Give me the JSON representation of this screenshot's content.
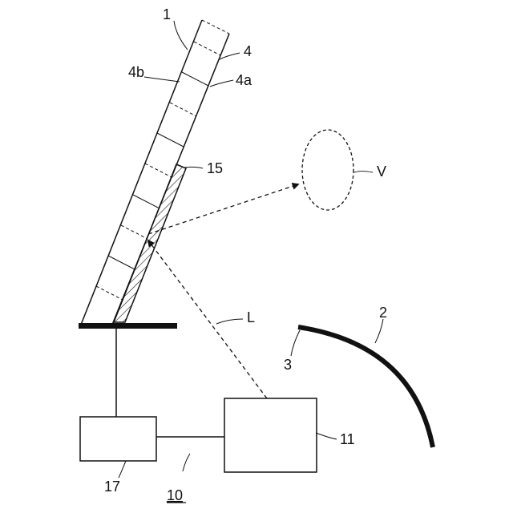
{
  "labels": {
    "n1": "1",
    "n2": "2",
    "n3": "3",
    "n4": "4",
    "n4a": "4a",
    "n4b": "4b",
    "n10": "10",
    "n11": "11",
    "n15": "15",
    "n17": "17",
    "L": "L",
    "V": "V"
  },
  "colors": {
    "ink": "#111111",
    "background": "#ffffff"
  }
}
